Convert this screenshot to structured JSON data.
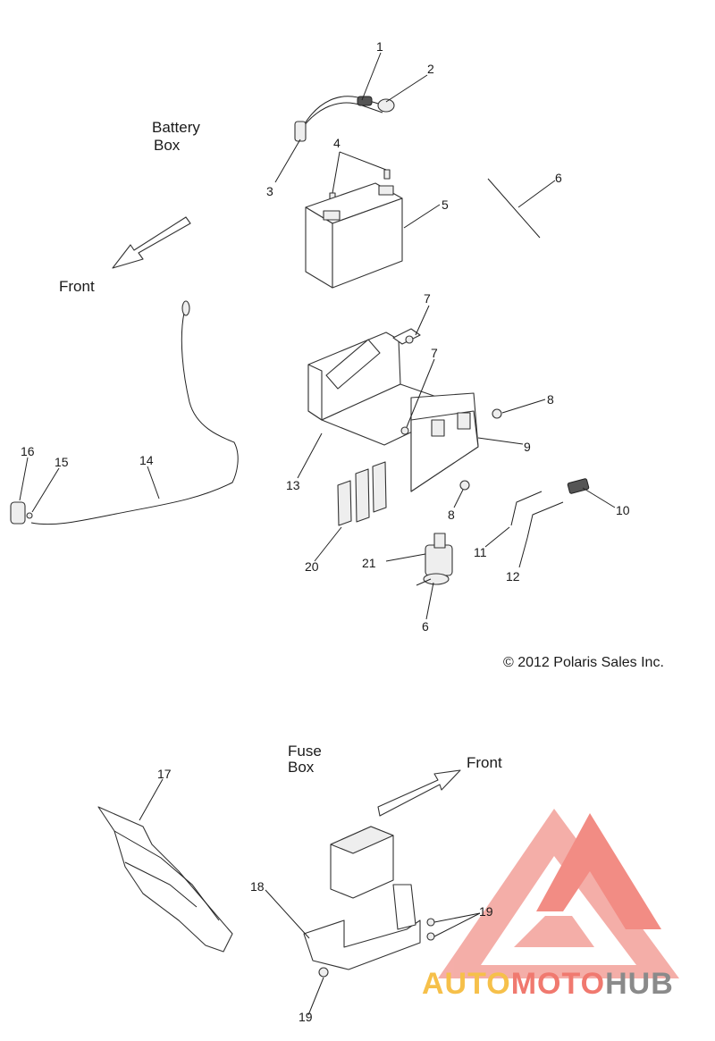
{
  "labels": {
    "battery_box": [
      "Battery",
      "Box"
    ],
    "front_top": "Front",
    "fuse_box": [
      "Fuse",
      "Box"
    ],
    "front_bottom": "Front",
    "copyright": "© 2012 Polaris Sales Inc."
  },
  "callouts": [
    {
      "id": "c1",
      "text": "1"
    },
    {
      "id": "c2",
      "text": "2"
    },
    {
      "id": "c3",
      "text": "3"
    },
    {
      "id": "c4",
      "text": "4"
    },
    {
      "id": "c5",
      "text": "5"
    },
    {
      "id": "c6a",
      "text": "6"
    },
    {
      "id": "c7a",
      "text": "7"
    },
    {
      "id": "c7b",
      "text": "7"
    },
    {
      "id": "c8a",
      "text": "8"
    },
    {
      "id": "c9",
      "text": "9"
    },
    {
      "id": "c13",
      "text": "13"
    },
    {
      "id": "c8b",
      "text": "8"
    },
    {
      "id": "c10",
      "text": "10"
    },
    {
      "id": "c11",
      "text": "11"
    },
    {
      "id": "c12",
      "text": "12"
    },
    {
      "id": "c14",
      "text": "14"
    },
    {
      "id": "c15",
      "text": "15"
    },
    {
      "id": "c16",
      "text": "16"
    },
    {
      "id": "c20",
      "text": "20"
    },
    {
      "id": "c21",
      "text": "21"
    },
    {
      "id": "c6b",
      "text": "6"
    },
    {
      "id": "c17",
      "text": "17"
    },
    {
      "id": "c18",
      "text": "18"
    },
    {
      "id": "c19a",
      "text": "19"
    },
    {
      "id": "c19b",
      "text": "19"
    }
  ],
  "watermark": {
    "text_parts": [
      "AUTO",
      "MOTO",
      "HUB"
    ],
    "colors": {
      "logo": "#f0796f",
      "auto": "#f6c04a",
      "moto": "#f0796f",
      "hub": "#8a8a8a"
    }
  }
}
